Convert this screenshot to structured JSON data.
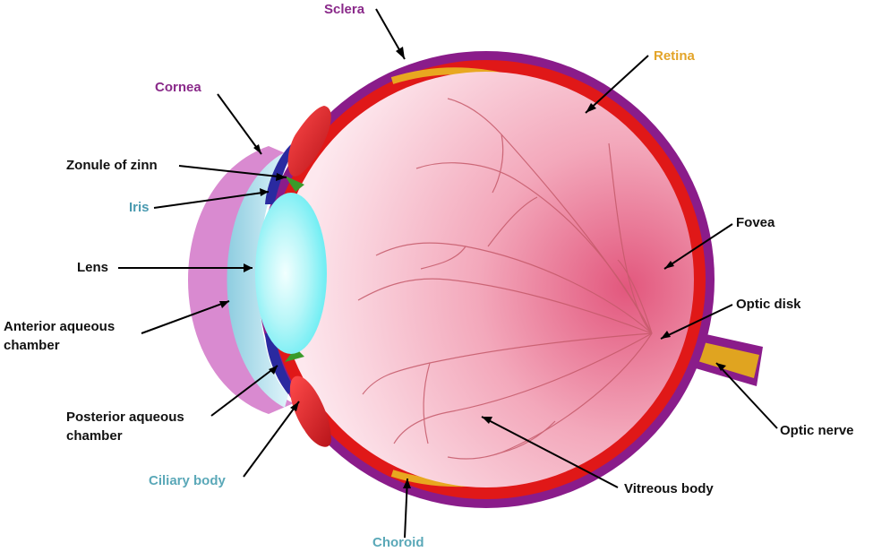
{
  "labels": {
    "sclera": "Sclera",
    "retina": "Retina",
    "cornea": "Cornea",
    "zonule": "Zonule of zinn",
    "iris": "Iris",
    "lens": "Lens",
    "anterior": "Anterior aqueous\nchamber",
    "posterior": "Posterior aqueous\nchamber",
    "ciliary": "Ciliary body",
    "fovea": "Fovea",
    "optic_disk": "Optic disk",
    "optic_nerve": "Optic nerve",
    "vitreous": "Vitreous body",
    "choroid": "Choroid"
  },
  "colors": {
    "sclera": "#8a1c8a",
    "choroid": "#e01818",
    "retina": "#e8a820",
    "cornea": "#d98ad0",
    "ciliary": "#d9282a",
    "iris": "#2a2aa0",
    "zonule": "#3a9a2a",
    "lens": "#7ff0f5",
    "vitreous": "#e85c80",
    "label_sclera": "#8a2a8a",
    "label_retina": "#e3a428",
    "label_cornea": "#8a2a8a",
    "label_iris": "#4a9ab0",
    "label_ciliary": "#5aa8b8",
    "label_choroid": "#5aa8b8",
    "label_default": "#111111"
  }
}
